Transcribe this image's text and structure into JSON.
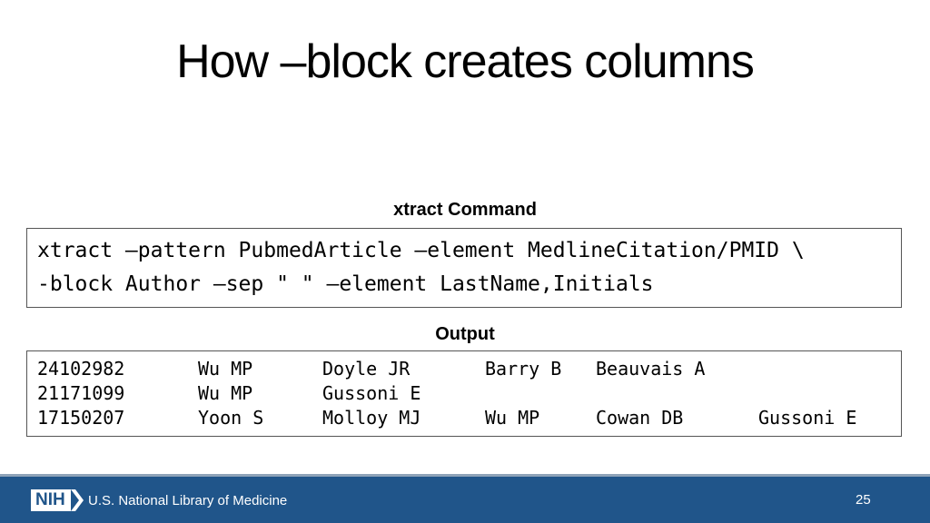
{
  "slide": {
    "title": "How –block creates columns",
    "page_number": "25"
  },
  "command_section": {
    "label": "xtract Command",
    "lines": [
      "xtract –pattern PubmedArticle –element MedlineCitation/PMID \\",
      "-block Author –sep \" \" –element LastName,Initials"
    ]
  },
  "output_section": {
    "label": "Output",
    "rows": [
      [
        "24102982",
        "Wu MP",
        "Doyle JR",
        "Barry B",
        "Beauvais A",
        ""
      ],
      [
        "21171099",
        "Wu MP",
        "Gussoni E",
        "",
        "",
        ""
      ],
      [
        "17150207",
        "Yoon S",
        "Molloy MJ",
        "Wu MP",
        "Cowan DB",
        "Gussoni E"
      ]
    ]
  },
  "footer": {
    "logo_text": "NIH",
    "org_name": "U.S. National Library of Medicine",
    "background_color": "#20558a"
  }
}
